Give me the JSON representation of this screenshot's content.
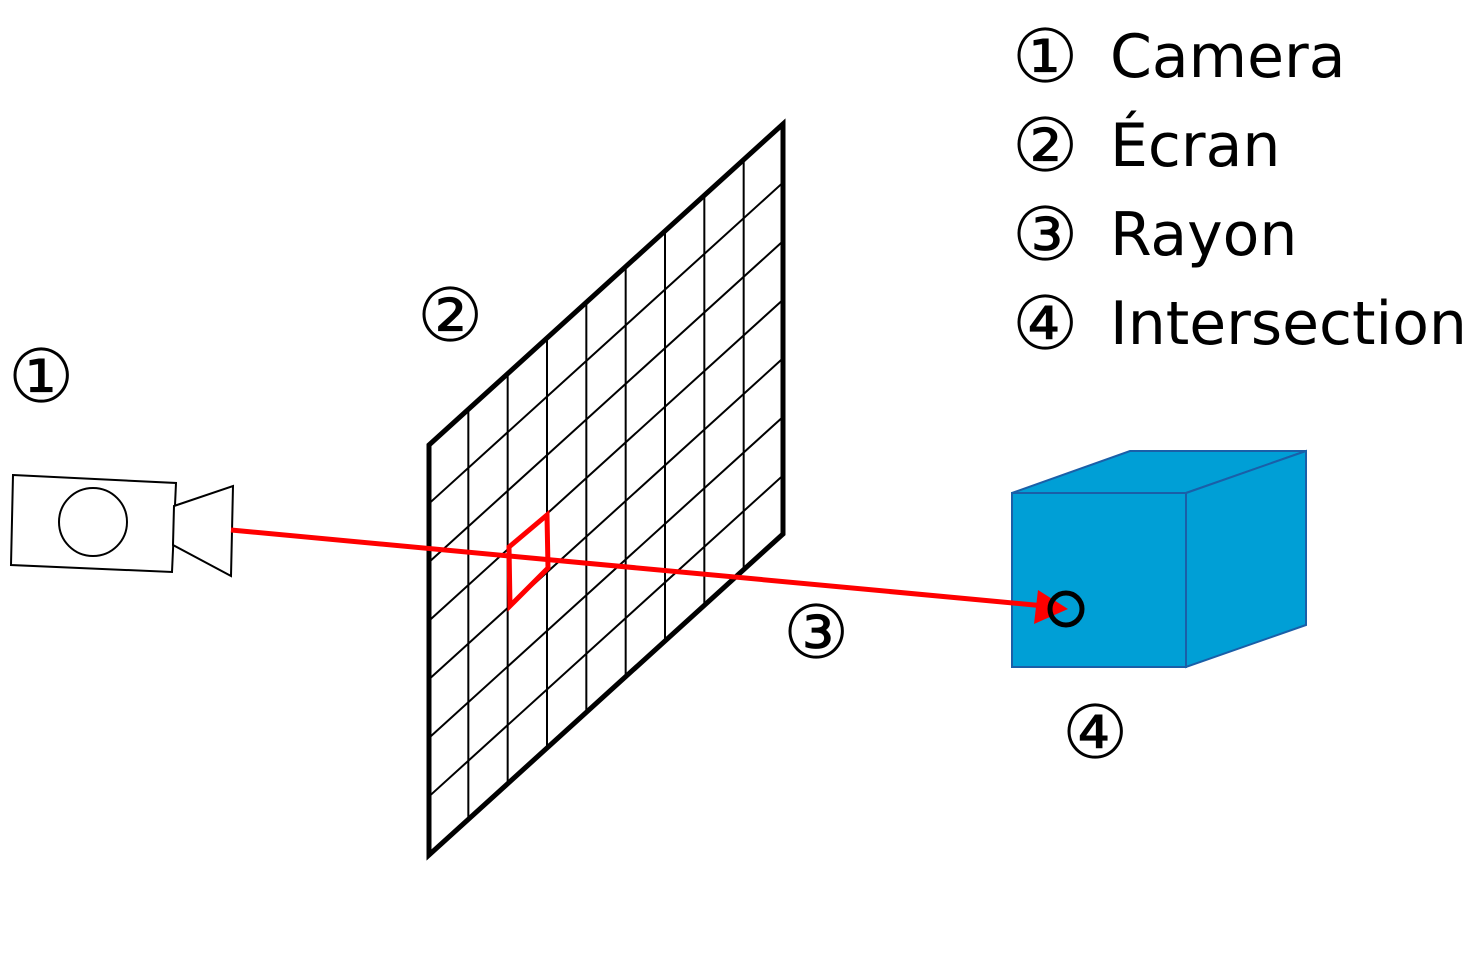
{
  "legend": [
    {
      "marker": "①",
      "label": "Camera"
    },
    {
      "marker": "②",
      "label": "Écran"
    },
    {
      "marker": "③",
      "label": "Rayon"
    },
    {
      "marker": "④",
      "label": "Intersection"
    }
  ],
  "markers": {
    "camera": "①",
    "screen": "②",
    "ray": "③",
    "intersection": "④"
  },
  "screen_grid": {
    "columns": 9,
    "rows": 7
  },
  "colors": {
    "ray": "#ff0000",
    "cube_fill": "#009fd6",
    "cube_stroke": "#1a5fa8",
    "outline": "#000000"
  }
}
